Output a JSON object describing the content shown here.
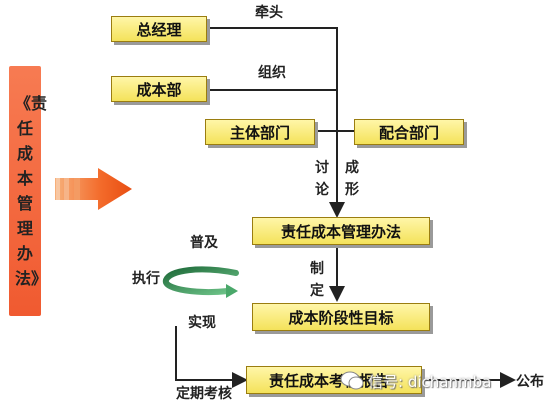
{
  "diagram": {
    "side_title": "《责任成本管理办法》",
    "nodes": {
      "general_manager": "总经理",
      "cost_dept": "成本部",
      "main_dept": "主体部门",
      "coop_dept": "配合部门",
      "method": "责任成本管理办法",
      "stage_target": "成本阶段性目标",
      "report": "责任成本考核报告"
    },
    "labels": {
      "lead": "牵头",
      "organize": "组织",
      "discuss": "讨论",
      "form": "成形",
      "popularize": "普及",
      "execute": "执行",
      "formulate": "制定",
      "realize": "实现",
      "periodic_check": "定期考核",
      "publish": "公布"
    },
    "watermark": "信号: dichanmba"
  },
  "colors": {
    "box_fill": "#f4e25a",
    "banner_fill": "#f05a30",
    "arrow_fill": "#f26a2a",
    "swirl": "#2a8a4a"
  }
}
